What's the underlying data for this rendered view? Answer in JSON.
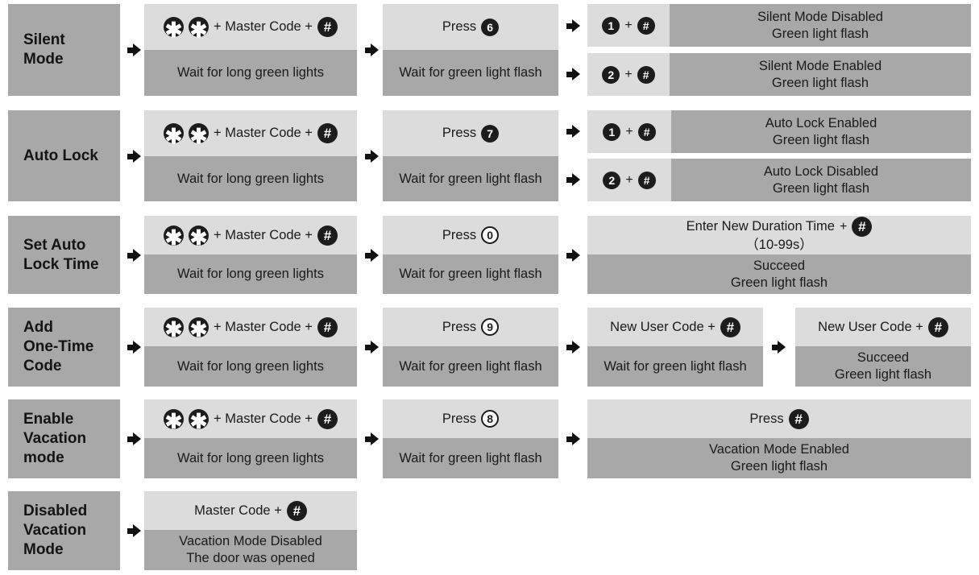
{
  "glyphs": {
    "star": "✱",
    "hash": "#",
    "plus": "+"
  },
  "common": {
    "master_code": "+ Master Code +",
    "wait_long": "Wait for long green lights",
    "press": "Press",
    "wait_flash": "Wait for green light flash",
    "green_flash": "Green light flash",
    "succeed": "Succeed",
    "new_user_code": "New User Code +",
    "master_code_plain": "Master Code +"
  },
  "rows": {
    "silent": {
      "label": "Silent\nMode",
      "press_key": "6",
      "opt1": {
        "key": "1",
        "title": "Silent Mode Disabled"
      },
      "opt2": {
        "key": "2",
        "title": "Silent Mode Enabled"
      }
    },
    "autolock": {
      "label": "Auto Lock",
      "press_key": "7",
      "opt1": {
        "key": "1",
        "title": "Auto Lock Enabled"
      },
      "opt2": {
        "key": "2",
        "title": "Auto Lock Disabled"
      }
    },
    "setauto": {
      "label": "Set Auto\nLock Time",
      "press_key": "0",
      "enter_text": "Enter New Duration Time",
      "range": "（10-99s）"
    },
    "onetime": {
      "label": "Add\nOne-Time\nCode",
      "press_key": "9"
    },
    "vacation_on": {
      "label": "Enable\nVacation\nmode",
      "press_key": "8",
      "result": "Vacation Mode Enabled"
    },
    "vacation_off": {
      "label": "Disabled\nVacation\nMode",
      "result1": "Vacation Mode Disabled",
      "result2": "The door was opened"
    }
  }
}
